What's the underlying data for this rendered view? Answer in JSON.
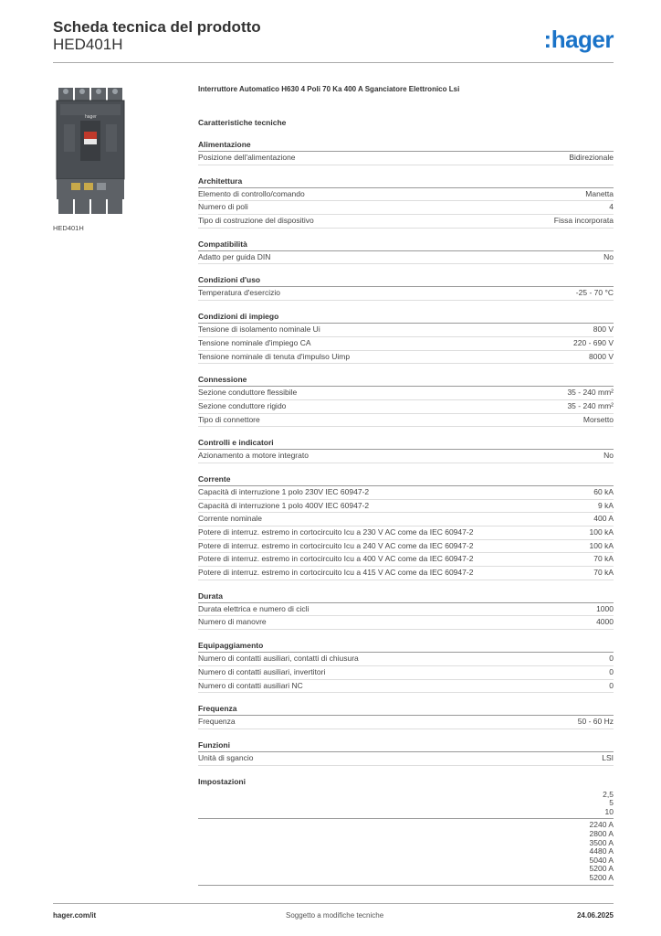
{
  "header": {
    "title": "Scheda tecnica del prodotto",
    "product_code": "HED401H",
    "logo_text": "hager",
    "brand_color": "#1a73c8"
  },
  "image": {
    "caption": "HED401H"
  },
  "product": {
    "name": "Interruttore Automatico H630 4 Poli 70 Ka 400 A Sganciatore Elettronico Lsi",
    "section_heading": "Caratteristiche tecniche"
  },
  "groups": [
    {
      "title": "Alimentazione",
      "rows": [
        {
          "k": "Posizione dell'alimentazione",
          "v": "Bidirezionale"
        }
      ]
    },
    {
      "title": "Architettura",
      "rows": [
        {
          "k": "Elemento di controllo/comando",
          "v": "Manetta"
        },
        {
          "k": "Numero di poli",
          "v": "4"
        },
        {
          "k": "Tipo di costruzione del dispositivo",
          "v": "Fissa incorporata"
        }
      ]
    },
    {
      "title": "Compatibilità",
      "rows": [
        {
          "k": "Adatto per guida DIN",
          "v": "No"
        }
      ]
    },
    {
      "title": "Condizioni d'uso",
      "rows": [
        {
          "k": "Temperatura d'esercizio",
          "v": "-25 - 70 °C"
        }
      ]
    },
    {
      "title": "Condizioni di impiego",
      "rows": [
        {
          "k": "Tensione di isolamento nominale Ui",
          "v": "800 V"
        },
        {
          "k": "Tensione nominale d'impiego CA",
          "v": "220 - 690 V"
        },
        {
          "k": "Tensione nominale di tenuta d'impulso Uimp",
          "v": "8000 V"
        }
      ]
    },
    {
      "title": "Connessione",
      "rows": [
        {
          "k": "Sezione conduttore flessibile",
          "v": "35 - 240 mm²"
        },
        {
          "k": "Sezione conduttore rigido",
          "v": "35 - 240 mm²"
        },
        {
          "k": "Tipo di connettore",
          "v": "Morsetto"
        }
      ]
    },
    {
      "title": "Controlli e indicatori",
      "rows": [
        {
          "k": "Azionamento a motore integrato",
          "v": "No"
        }
      ]
    },
    {
      "title": "Corrente",
      "rows": [
        {
          "k": "Capacità di interruzione 1 polo 230V IEC 60947-2",
          "v": "60 kA"
        },
        {
          "k": "Capacità di interruzione 1 polo 400V IEC 60947-2",
          "v": "9 kA"
        },
        {
          "k": "Corrente nominale",
          "v": "400 A"
        },
        {
          "k": "Potere di interruz. estremo in cortocircuito Icu a 230 V AC come da IEC 60947-2",
          "v": "100 kA"
        },
        {
          "k": "Potere di interruz. estremo in cortocircuito Icu a 240 V AC come da IEC 60947-2",
          "v": "100 kA"
        },
        {
          "k": "Potere di interruz. estremo in cortocircuito Icu a 400 V AC come da IEC 60947-2",
          "v": "70 kA"
        },
        {
          "k": "Potere di interruz. estremo in cortocircuito Icu a 415 V AC come da IEC 60947-2",
          "v": "70 kA"
        }
      ]
    },
    {
      "title": "Durata",
      "rows": [
        {
          "k": "Durata elettrica e numero di cicli",
          "v": "1000"
        },
        {
          "k": "Numero di manovre",
          "v": "4000"
        }
      ]
    },
    {
      "title": "Equipaggiamento",
      "rows": [
        {
          "k": "Numero di contatti ausiliari, contatti di chiusura",
          "v": "0"
        },
        {
          "k": "Numero di contatti ausiliari, invertitori",
          "v": "0"
        },
        {
          "k": "Numero di contatti ausiliari NC",
          "v": "0"
        }
      ]
    },
    {
      "title": "Frequenza",
      "rows": [
        {
          "k": "Frequenza",
          "v": "50 - 60 Hz"
        }
      ]
    },
    {
      "title": "Funzioni",
      "rows": [
        {
          "k": "Unità di sgancio",
          "v": "LSI"
        }
      ]
    }
  ],
  "impostazioni": {
    "title": "Impostazioni",
    "block1": [
      "2,5",
      "5",
      "10"
    ],
    "block2": [
      "2240 A",
      "2800 A",
      "3500 A",
      "4480 A",
      "5040 A",
      "5200 A",
      "5200 A"
    ]
  },
  "footer": {
    "left": "hager.com/it",
    "center": "Soggetto a modifiche tecniche",
    "right": "24.06.2025"
  }
}
